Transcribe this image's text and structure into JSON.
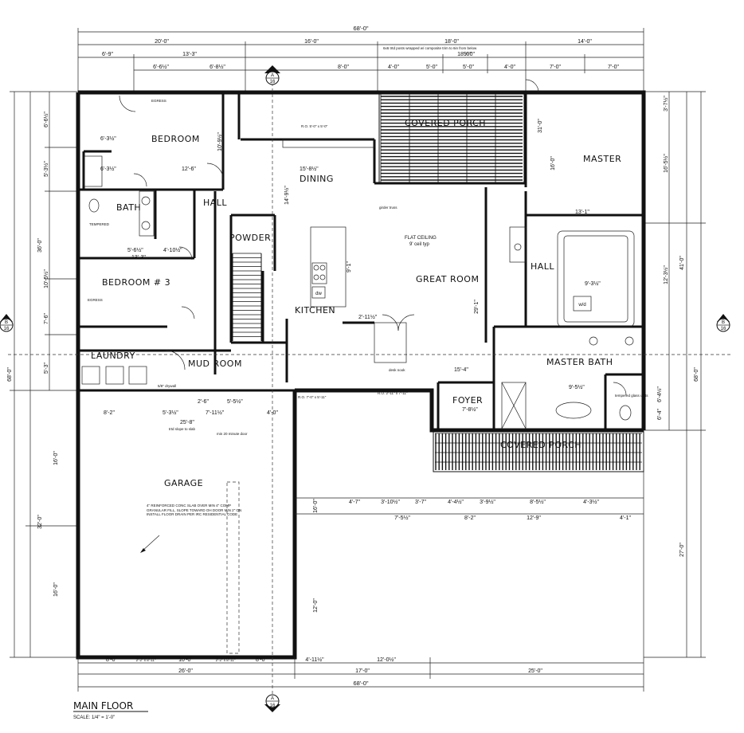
{
  "title": {
    "main": "MAIN FLOOR",
    "scale": "SCALE: 1/4\" = 1'-0\""
  },
  "rooms": {
    "bedroom": "BEDROOM",
    "bath": "BATH",
    "hall_left": "HALL",
    "powder": "POWDER",
    "dining": "DINING",
    "covered_porch_top": "COVERED PORCH",
    "master": "MASTER",
    "bedroom3": "BEDROOM # 3",
    "kitchen": "KITCHEN",
    "great_room": "GREAT ROOM",
    "hall_right": "HALL",
    "laundry": "LAUNDRY",
    "mud_room": "MUD ROOM",
    "master_bath": "MASTER BATH",
    "foyer": "FOYER",
    "covered_porch_bottom": "COVERED PORCH",
    "garage": "GARAGE"
  },
  "section_markers": {
    "top": {
      "letter": "A",
      "sheet": "16"
    },
    "bottom": {
      "letter": "A",
      "sheet": "16"
    },
    "left": {
      "letter": "B",
      "sheet": "16"
    },
    "right": {
      "letter": "B",
      "sheet": "16"
    }
  },
  "dims_top": {
    "overall": "68'-0\"",
    "row2": [
      "20'-0\"",
      "16'-0\"",
      "18'-0\"",
      "14'-0\""
    ],
    "row3": [
      "6'-9\"",
      "13'-3\"",
      "8'-0\"",
      "4'-0\"",
      "5'-0\"",
      "5'-0\"",
      "4'-0\"",
      "7'-0\"",
      "7'-0\""
    ],
    "row4": [
      "6'-6½\"",
      "6'-8½\"",
      "9'-0\""
    ]
  },
  "dims_bottom": {
    "row1": [
      "8'-0\"",
      "2'-2\" x 8'-11\"",
      "10'-0\"",
      "2'-2\" x 8'-11\"",
      "8'-0\"",
      "4'-11½\"",
      "12'-0½\""
    ],
    "row2": [
      "26'-0\"",
      "17'-0\"",
      "25'-0\""
    ],
    "overall": "68'-0\""
  },
  "dims_porch": {
    "row1": [
      "4'-7\"",
      "3'-10½\"",
      "3'-7\"",
      "4'-4½\"",
      "3'-9½\"",
      "8'-5½\"",
      "4'-3½\""
    ],
    "row2": [
      "7'-5½\"",
      "8'-2\"",
      "12'-9\"",
      "4'-1\""
    ]
  },
  "dims_left": {
    "outer": [
      "36'-0\"",
      "68'-0\"",
      "32'-0\""
    ],
    "inner": [
      "6'-6½\"",
      "5'-3½\"",
      "10'-5½\"",
      "7'-6\"",
      "5'-3\"",
      "16'-0\"",
      "16'-0\""
    ]
  },
  "dims_right": {
    "outer": [
      "41'-0\"",
      "68'-0\"",
      "27'-0\""
    ],
    "inner": [
      "3'-7½\"",
      "16'-5½\"",
      "12'-3½\"",
      "6'-4½\"",
      "6'-4\""
    ]
  },
  "dims_interior": {
    "bedroom_w": "12'-6\"",
    "bedroom_h": "10'-9½\"",
    "bath_w": "6'-3½\"",
    "bath_w2": "6'-3½\"",
    "bed3_w": "13'-3\"",
    "bed3_w2": "5'-6½\"",
    "bed3_w3": "4'-10½\"",
    "dining_w": "15'-8½\"",
    "dining_h": "14'-9½\"",
    "kitchen_h": "9'-1\"",
    "kitchen_w": "2'-11½\"",
    "great_h": "29'-1\"",
    "great_w": "15'-4\"",
    "master_w": "13'-1\"",
    "master_h": "16'-0\"",
    "master_h2": "31'-0\"",
    "mbath_w": "9'-3½\"",
    "mbath_w2": "9'-5½\"",
    "foyer_w": "7'-8½\"",
    "garage_w1": "8'-2\"",
    "garage_w2": "25'-8\"",
    "garage_h": "16'-0\"",
    "garage_h2": "12'-0\"",
    "mud_w": "5'-3½\"",
    "mud_w2": "7'-11½\"",
    "mud_w3": "2'-6\"",
    "mud_w4": "5'-5½\"",
    "mud_w5": "4'-0\""
  },
  "notes": {
    "posts": "6x6 trtd posts wrapped w/ composite trim to 6in from below",
    "flat_ceiling": "FLAT CEILING",
    "ceil_typ": "9' ceil typ",
    "girder": "girder truss",
    "tempered": "TEMPERED",
    "egress": "EGRESS",
    "egress2": "EGRESS",
    "drywall": "5/8\" drywall",
    "slope": "trtd slope to slab",
    "min_door": "min 20 minute door",
    "garage_note": "4\" REINFORCED CONC SLAB OVER MIN 4\" COMP GRANULAR FILL, SLOPE TOWARD OH DOOR MIN 2\" ON INSTALL FLOOR DRAIN PER IRC RESIDENTIAL CODE",
    "dw": "dw",
    "wd": "w/d",
    "desk_nook": "desk nook",
    "temper_glass": "tempered glass units",
    "ro1": "R.O. 5'-0\" x 5'-0\"",
    "ro2": "R.O. 7'-0\" x 5'-11\"",
    "ro3": "R.O. 2'-11\" x 7'-11\""
  },
  "colors": {
    "ink": "#111111",
    "paper": "#ffffff"
  }
}
